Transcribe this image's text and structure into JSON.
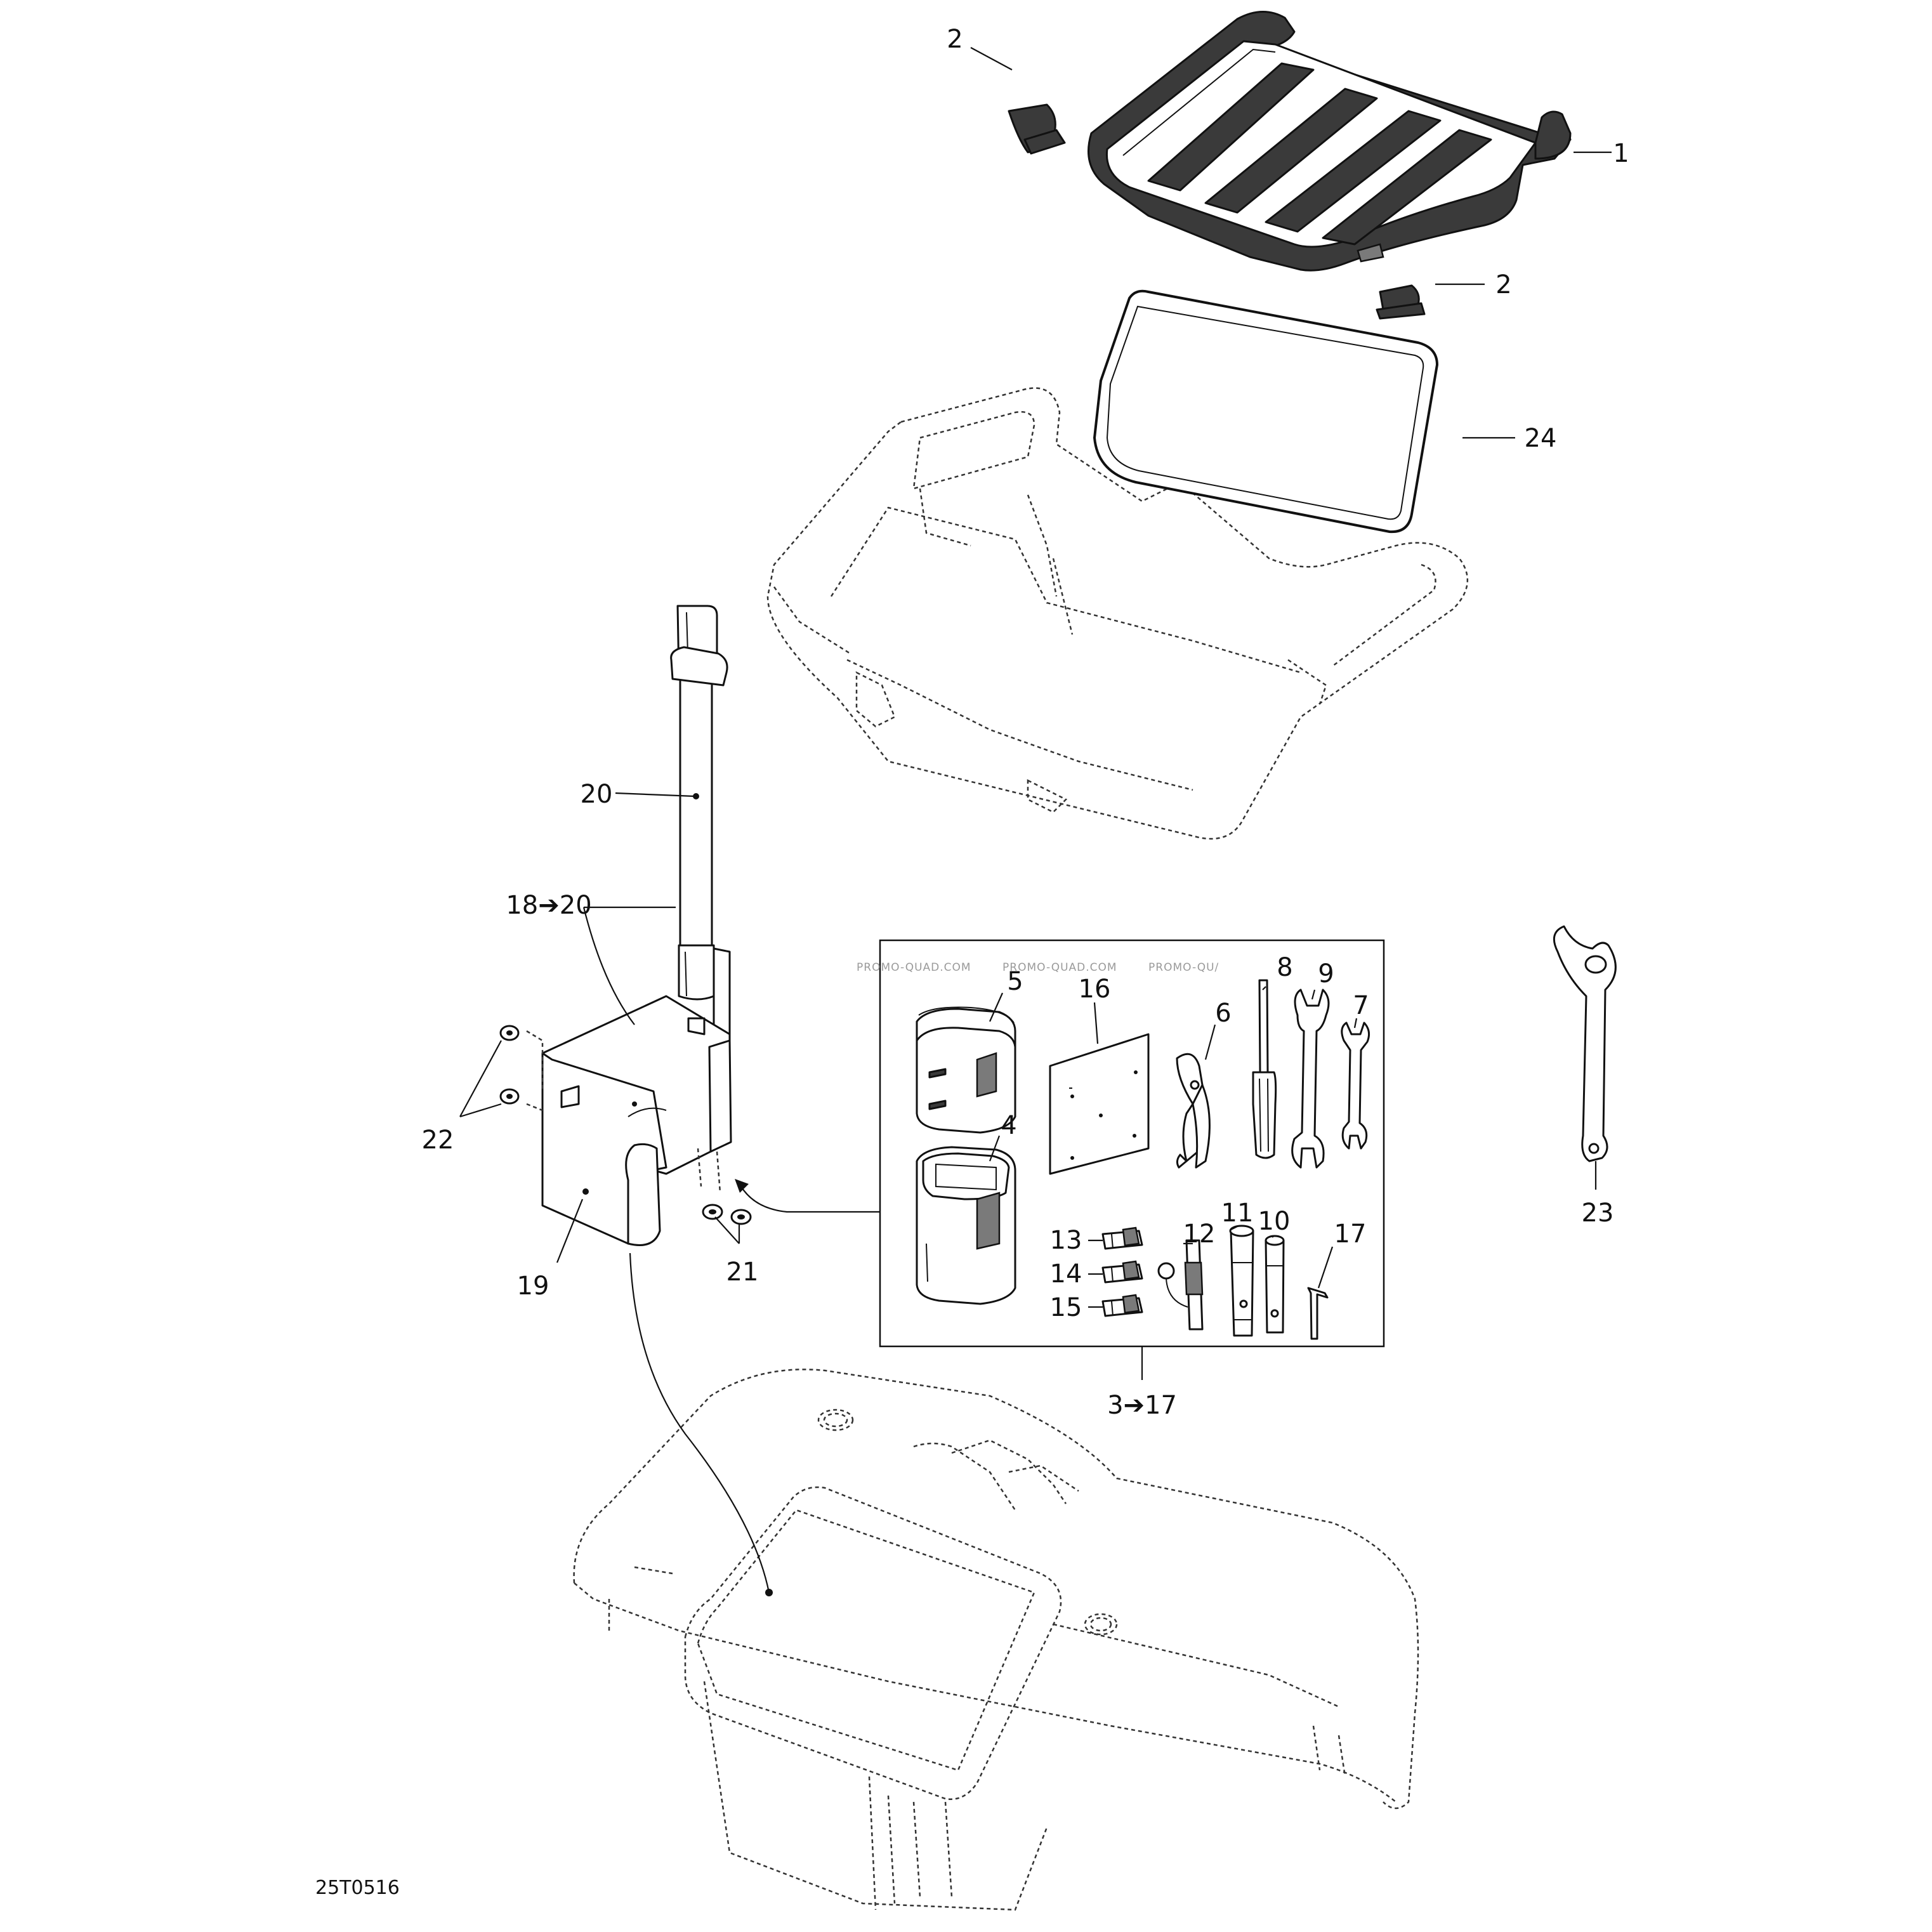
{
  "callouts": {
    "rack_top": "1",
    "clip_upper": "2",
    "clip_lower": "2",
    "seal": "24",
    "strap": "20",
    "bracket_range": "18➔20",
    "box": "19",
    "washers": "22",
    "screws": "21",
    "kit_range": "3➔17",
    "case_lid": "5",
    "case_body": "4",
    "card": "16",
    "pliers": "6",
    "screwdriver": "8",
    "wrench_large": "9",
    "wrench_small": "7",
    "fuse_a": "13",
    "fuse_b": "14",
    "fuse_c": "15",
    "gauge": "12",
    "socket_large": "11",
    "socket_small": "10",
    "hex_key": "17",
    "spanner": "23"
  },
  "watermark": "PROMO-QUAD.COM",
  "watermark_partial": "PROMO-QU/",
  "drawing_code": "25T0516"
}
